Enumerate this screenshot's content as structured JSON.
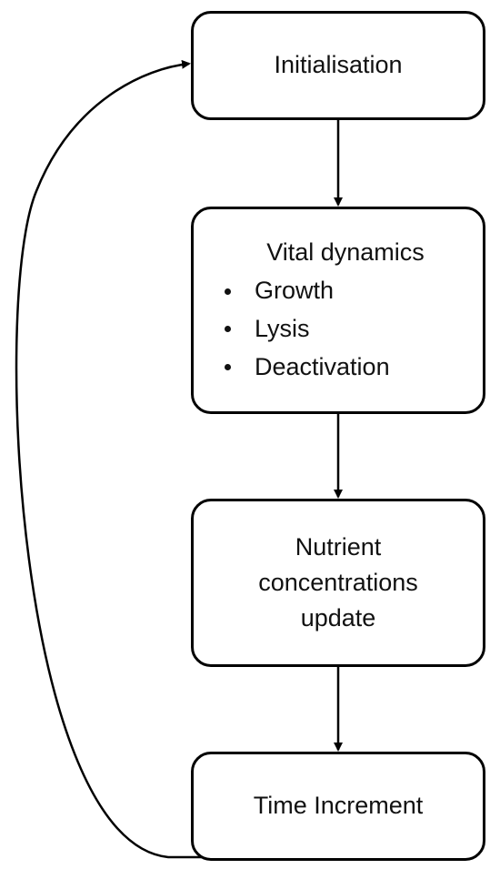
{
  "steps": {
    "initialisation": "Initialisation",
    "vital_dynamics": {
      "title": "Vital dynamics",
      "items": [
        "Growth",
        "Lysis",
        "Deactivation"
      ]
    },
    "nutrient_line1": "Nutrient",
    "nutrient_line2": "concentrations",
    "nutrient_line3": "update",
    "time_increment": "Time Increment"
  }
}
